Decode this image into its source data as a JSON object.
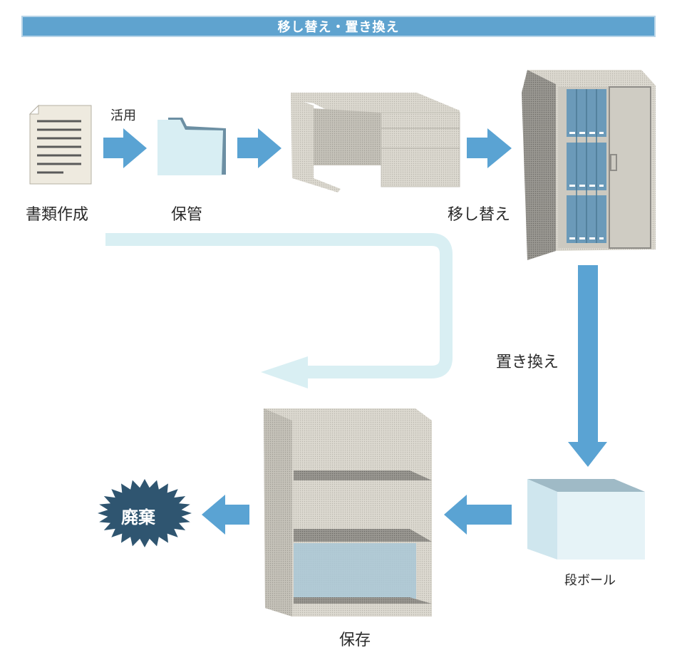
{
  "title": "移し替え・置き換え",
  "colors": {
    "title_bar": "#5fa3cf",
    "arrow": "#5aa3d3",
    "return_arrow": "#d9eff3",
    "burst": "#2f5570",
    "binder": "#6b9ab9",
    "furniture": "#d8d5cc"
  },
  "stages": {
    "document": {
      "label": "書類作成",
      "icon": "document-icon"
    },
    "folder": {
      "label": "保管",
      "icon": "folder-icon"
    },
    "desk": {
      "label": "",
      "icon": "desk-icon"
    },
    "cabinet": {
      "label": "移し替え",
      "icon": "cabinet-icon"
    },
    "box": {
      "label": "段ボール",
      "icon": "cardboard-box-icon"
    },
    "shelf": {
      "label": "保存",
      "icon": "shelf-icon"
    },
    "disposal": {
      "label": "廃棄",
      "icon": "burst-icon"
    }
  },
  "arrows": {
    "use_label": "活用",
    "replace_label": "置き換え"
  }
}
